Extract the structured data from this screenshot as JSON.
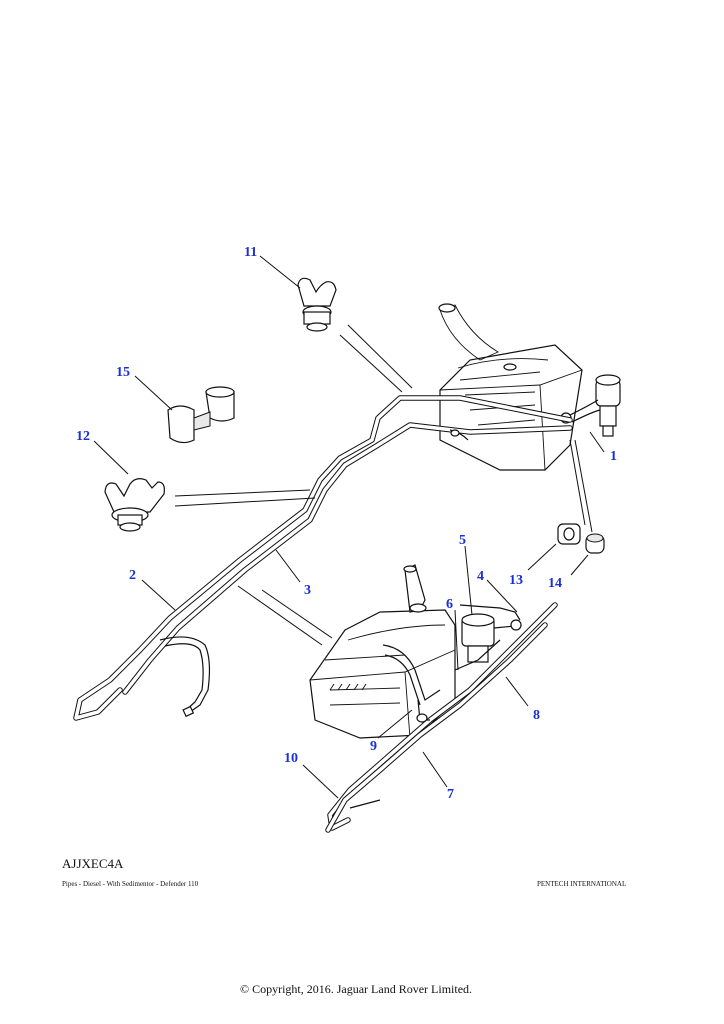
{
  "diagram": {
    "callouts": [
      "1",
      "2",
      "3",
      "4",
      "5",
      "6",
      "7",
      "8",
      "9",
      "10",
      "11",
      "12",
      "13",
      "14",
      "15"
    ],
    "callout_color": "#1a2fd6"
  },
  "footer": {
    "reference": "AJJXEC4A",
    "caption": "Pipes - Diesel - With Sedimentor - Defender 110",
    "publisher": "PENTECH INTERNATIONAL",
    "copyright": "© Copyright, 2016. Jaguar Land Rover Limited."
  }
}
